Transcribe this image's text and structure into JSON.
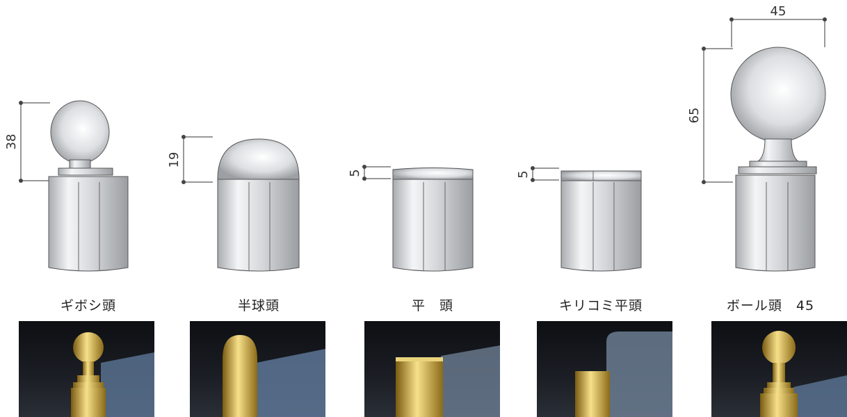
{
  "items": [
    {
      "label": "ギボシ頭",
      "dimension": "38"
    },
    {
      "label": "半球頭",
      "dimension": "19"
    },
    {
      "label": "平　頭",
      "dimension": "5"
    },
    {
      "label": "キリコミ平頭",
      "dimension": "5"
    },
    {
      "label": "ボール頭　45",
      "height_dimension": "65",
      "width_dimension": "45"
    }
  ],
  "colors": {
    "gold": "#d8b23a",
    "acrylic": "#6d86a6",
    "photo_bg": "#14171c"
  }
}
